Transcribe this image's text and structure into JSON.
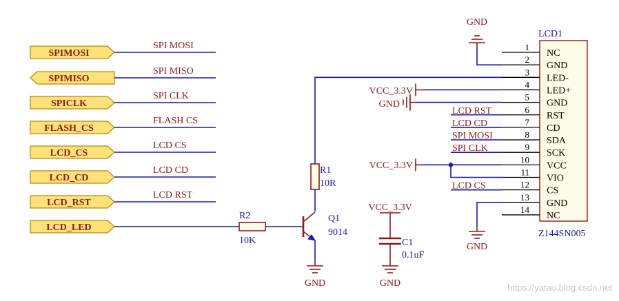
{
  "colors": {
    "wire": "#1a1aa8",
    "part": "#8b1a1a",
    "port_fill": "#ffe37a",
    "port_stroke": "#b8860b",
    "pin_label": "#000000",
    "netlabel": "#8b1a1a",
    "comp_label": "#1a1aa8",
    "watermark": "#c8c8c8"
  },
  "ports": [
    {
      "label": "SPIMOSI",
      "net": "SPI_MOSI"
    },
    {
      "label": "SPIMISO",
      "net": "SPI_MISO"
    },
    {
      "label": "SPICLK",
      "net": "SPI_CLK"
    },
    {
      "label": "FLASH_CS",
      "net": "FLASH_CS"
    },
    {
      "label": "LCD_CS",
      "net": "LCD_CS"
    },
    {
      "label": "LCD_CD",
      "net": "LCD_CD"
    },
    {
      "label": "LCD_RST",
      "net": "LCD_RST"
    },
    {
      "label": "LCD_LED",
      "net": ""
    }
  ],
  "lcd": {
    "designator": "LCD1",
    "part_number": "Z144SN005",
    "pins": [
      {
        "num": "1",
        "name": "NC",
        "net": ""
      },
      {
        "num": "2",
        "name": "GND",
        "net": ""
      },
      {
        "num": "3",
        "name": "LED-",
        "net": ""
      },
      {
        "num": "4",
        "name": "LED+",
        "net": ""
      },
      {
        "num": "5",
        "name": "GND",
        "net": ""
      },
      {
        "num": "6",
        "name": "RST",
        "net": "LCD_RST"
      },
      {
        "num": "7",
        "name": "CD",
        "net": "LCD_CD"
      },
      {
        "num": "8",
        "name": "SDA",
        "net": "SPI_MOSI"
      },
      {
        "num": "9",
        "name": "SCK",
        "net": "SPI_CLK"
      },
      {
        "num": "10",
        "name": "VCC",
        "net": ""
      },
      {
        "num": "11",
        "name": "VIO",
        "net": ""
      },
      {
        "num": "12",
        "name": "CS",
        "net": "LCD_CS"
      },
      {
        "num": "13",
        "name": "GND",
        "net": ""
      },
      {
        "num": "14",
        "name": "NC",
        "net": ""
      }
    ]
  },
  "power": {
    "vcc": "VCC_3.3V",
    "gnd": "GND"
  },
  "components": {
    "r1": {
      "ref": "R1",
      "value": "10R"
    },
    "r2": {
      "ref": "R2",
      "value": "10K"
    },
    "q1": {
      "ref": "Q1",
      "value": "9014"
    },
    "c1": {
      "ref": "C1",
      "value": "0.1uF"
    }
  },
  "watermark": "https://yatao.blog.csdn.net"
}
